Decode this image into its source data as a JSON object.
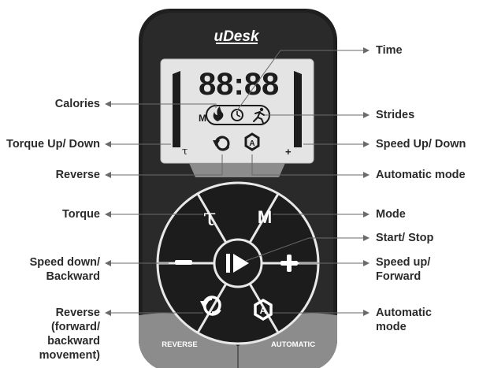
{
  "device": {
    "brand": "uDesk",
    "lcd_digits": "88:88",
    "lcd_mode_letter": "M",
    "lcd_torque_symbol": "τ",
    "lcd_plus_symbol": "+",
    "button_torque_symbol": "τ",
    "button_mode_letter": "M",
    "button_minus_symbol": "−",
    "button_plus_symbol": "+",
    "base_left_label": "REVERSE",
    "base_right_label": "AUTOMATIC"
  },
  "callouts": {
    "left": [
      {
        "id": "calories",
        "text": "Calories"
      },
      {
        "id": "torque-up-down",
        "text": "Torque Up/ Down"
      },
      {
        "id": "reverse",
        "text": "Reverse"
      },
      {
        "id": "torque",
        "text": "Torque"
      },
      {
        "id": "speed-down-backward",
        "text": "Speed down/\nBackward"
      },
      {
        "id": "reverse-movement",
        "text": "Reverse\n(forward/\nbackward\nmovement)"
      }
    ],
    "right": [
      {
        "id": "time",
        "text": "Time"
      },
      {
        "id": "strides",
        "text": "Strides"
      },
      {
        "id": "speed-up-down",
        "text": "Speed Up/ Down"
      },
      {
        "id": "automatic-mode",
        "text": "Automatic mode"
      },
      {
        "id": "mode",
        "text": "Mode"
      },
      {
        "id": "start-stop",
        "text": "Start/ Stop"
      },
      {
        "id": "speed-up-forward",
        "text": "Speed up/\nForward"
      },
      {
        "id": "automatic-mode-button",
        "text": "Automatic\nmode"
      }
    ]
  },
  "colors": {
    "body_outer": "#1f1f1f",
    "body_inner": "#2e2e2e",
    "lcd_bg": "#e4e4e4",
    "button_fill": "#1c1c1c",
    "button_stroke": "#e8e8e8",
    "base_gray": "#8c8c8c",
    "line": "#6a6a6a",
    "label_text": "#2b2b2b"
  }
}
